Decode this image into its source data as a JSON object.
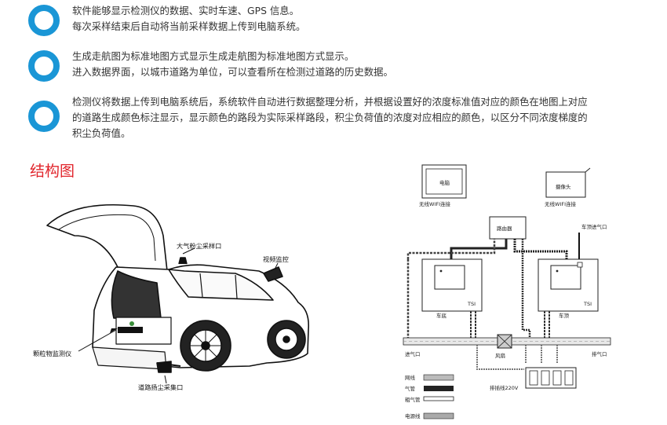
{
  "bullets": [
    {
      "lines": [
        "软件能够显示检测仪的数据、实时车速、GPS 信息。",
        "每次采样结束后自动将当前采样数据上传到电脑系统。"
      ]
    },
    {
      "lines": [
        "生成走航图为标准地图方式显示生成走航图为标准地图方式显示。",
        "进入数据界面，以城市道路为单位，可以查看所在检测过道路的历史数据。"
      ]
    },
    {
      "lines": [
        "检测仪将数据上传到电脑系统后，系统软件自动进行数据整理分析，并根据设置好的浓度标准值对应的颜色在地图上对应",
        "的道路生成颜色标注显示，显示颜色的路段为实际采样路段，积尘负荷值的浓度对应相应的颜色，以区分不同浓度梯度的",
        "积尘负荷值。"
      ]
    }
  ],
  "section_title": "结构图",
  "car_diagram": {
    "label_air_inlet": "大气粉尘采样口",
    "label_video": "视频监控",
    "label_monitor": "颗粒物监测仪",
    "label_road_inlet": "道路扬尘采集口"
  },
  "schematic": {
    "computer": "电脑",
    "computer_caption": "无线WIFI连接",
    "camera": "摄像头",
    "camera_caption": "无线WIFI连接",
    "router": "路由器",
    "roof_inlet": "车顶进气口",
    "device_tag": "TSI",
    "bottom_label": "车底",
    "roof_label": "车顶",
    "intake": "进气口",
    "fan": "风扇",
    "exhaust": "排气口",
    "power_strip": "排插线220V",
    "legend": [
      "网线",
      "气管",
      "粗气管",
      "电源线"
    ]
  }
}
